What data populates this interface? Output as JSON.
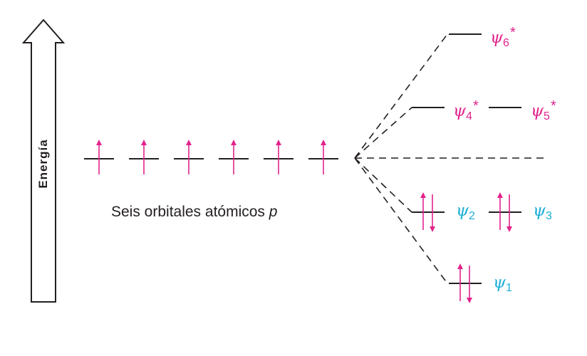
{
  "colors": {
    "bonding": "#1aaed8",
    "antibonding": "#e2238c",
    "line": "#231f20",
    "electron": "#e2238c"
  },
  "energy_axis": {
    "label": "Energía"
  },
  "atomic": {
    "caption": "Seis orbitales atómicos",
    "caption_symbol": "p",
    "orbitals": [
      {
        "id": "p-1",
        "electrons": "up"
      },
      {
        "id": "p-2",
        "electrons": "up"
      },
      {
        "id": "p-3",
        "electrons": "up"
      },
      {
        "id": "p-4",
        "electrons": "up"
      },
      {
        "id": "p-5",
        "electrons": "up"
      },
      {
        "id": "p-6",
        "electrons": "up"
      }
    ]
  },
  "molecular": {
    "psi6": {
      "symbol": "ψ",
      "index": "6",
      "star": "*",
      "electrons": "none"
    },
    "psi4": {
      "symbol": "ψ",
      "index": "4",
      "star": "*",
      "electrons": "none"
    },
    "psi5": {
      "symbol": "ψ",
      "index": "5",
      "star": "*",
      "electrons": "none"
    },
    "psi2": {
      "symbol": "ψ",
      "index": "2",
      "electrons": "pair"
    },
    "psi3": {
      "symbol": "ψ",
      "index": "3",
      "electrons": "pair"
    },
    "psi1": {
      "symbol": "ψ",
      "index": "1",
      "electrons": "pair"
    }
  }
}
